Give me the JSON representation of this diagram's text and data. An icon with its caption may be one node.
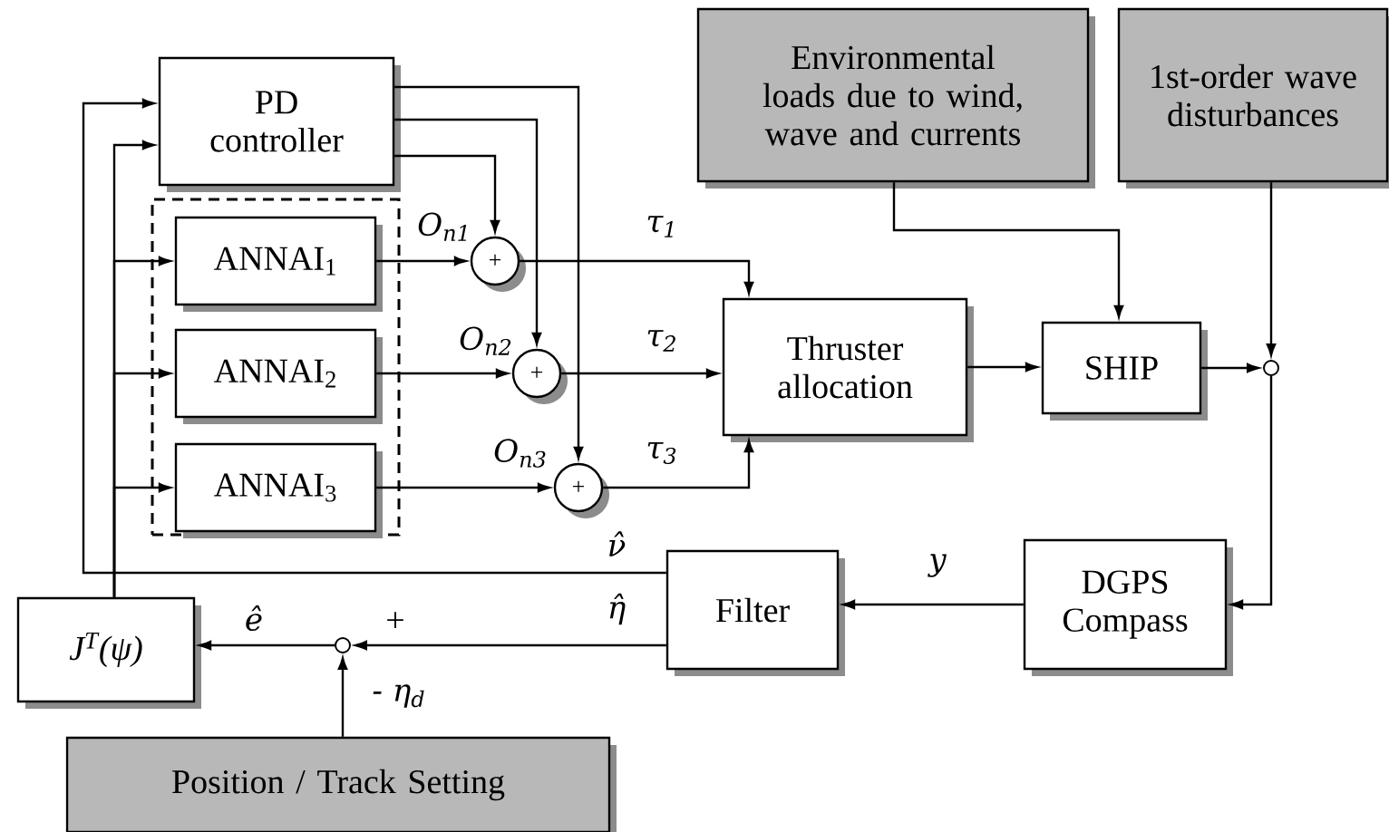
{
  "diagram": {
    "nodes": [
      {
        "text": [
          "PD controller"
        ]
      },
      {
        "text": [],
        "shape": "box"
      },
      {
        "text": [
          "ANNAI$_{1}$"
        ],
        "in": 1
      },
      {
        "text": [
          "ANNAI$_{2}$"
        ],
        "in": 1
      },
      {
        "text": [
          "ANNAI$_{3}$"
        ],
        "in": 1
      },
      {
        "text": [
          "+"
        ]
      },
      {
        "text": [
          "+"
        ]
      },
      {
        "text": [
          "+"
        ]
      },
      {
        "text": [
          "Environmental loads due to wind, wave and currents"
        ]
      },
      {
        "text": [
          "1st-order wave disturbances"
        ]
      },
      {
        "text": [
          "Thruster allocation"
        ]
      },
      {
        "text": [
          "SHIP"
        ]
      },
      {
        "text": [],
        "shape": "circle"
      },
      {
        "text": [
          "Filter"
        ]
      },
      {
        "text": [
          "DGPS Compass"
        ]
      },
      {
        "text": [
          "J$^{T}$(ψ)"
        ]
      },
      {
        "text": [],
        "shape": "circle"
      },
      {
        "text": [
          "Position / Track Setting"
        ]
      }
    ],
    "edges": [
      {
        "from": 0,
        "to": 5,
        "arrow": "to"
      },
      {
        "from": 0,
        "to": 6,
        "arrow": "to"
      },
      {
        "from": 0,
        "to": 7,
        "arrow": "to"
      },
      {
        "from": 2,
        "to": 5,
        "arrow": "to",
        "label": "O$_{n1}$"
      },
      {
        "from": 3,
        "to": 6,
        "arrow": "to",
        "label": "O$_{n2}$"
      },
      {
        "from": 4,
        "to": 7,
        "arrow": "to",
        "label": "O$_{n3}$"
      },
      {
        "from": 5,
        "to": 10,
        "arrow": "to",
        "label": "τ$_{1}$"
      },
      {
        "from": 6,
        "to": 10,
        "arrow": "to",
        "label": "τ$_{2}$"
      },
      {
        "from": 7,
        "to": 10,
        "arrow": "to",
        "label": "τ$_{3}$"
      },
      {
        "from": 10,
        "to": 11,
        "arrow": "to"
      },
      {
        "from": 8,
        "to": 11,
        "arrow": "to"
      },
      {
        "from": 9,
        "to": 12,
        "arrow": "to"
      },
      {
        "from": 11,
        "to": 12,
        "arrow": "to"
      },
      {
        "from": 12,
        "to": 14,
        "arrow": "to"
      },
      {
        "from": 14,
        "to": 13,
        "arrow": "to",
        "label": "y"
      },
      {
        "from": 13,
        "to": 16,
        "arrow": "to",
        "label": "η̂"
      },
      {
        "from": 16,
        "to": 15,
        "arrow": "to",
        "label": "ê"
      },
      {
        "from": 17,
        "to": 16,
        "arrow": "to",
        "label": "- η$_{d}$"
      },
      {
        "from": 13,
        "to": 0,
        "arrow": "to",
        "label": "ν̂"
      },
      {
        "from": 15,
        "to": 0,
        "arrow": "to"
      },
      {
        "from": 15,
        "to": 2,
        "arrow": "to"
      },
      {
        "from": 15,
        "to": 3,
        "arrow": "to"
      },
      {
        "from": 15,
        "to": 4,
        "arrow": "to"
      }
    ],
    "labels": [
      "+"
    ]
  }
}
